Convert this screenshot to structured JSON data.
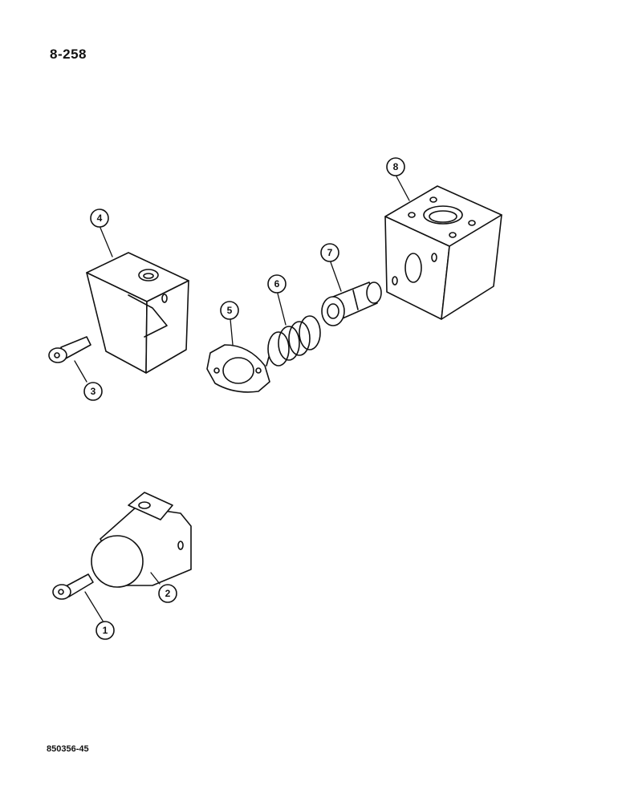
{
  "page_number": "8-258",
  "document_code": "850356-45",
  "callouts": [
    "1",
    "2",
    "3",
    "4",
    "5",
    "6",
    "7",
    "8"
  ]
}
